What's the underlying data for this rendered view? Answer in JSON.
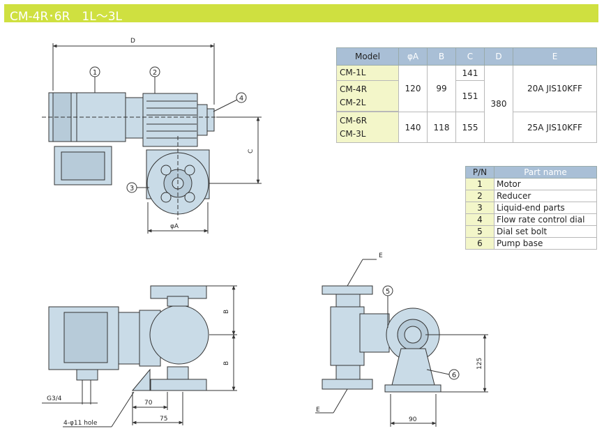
{
  "title": "CM-4R･6R　1L～3L",
  "dimension_table": {
    "headers": [
      "Model",
      "φA",
      "B",
      "C",
      "D",
      "E"
    ],
    "rows": [
      {
        "models": [
          "CM-1L",
          "CM-4R",
          "CM-2L"
        ],
        "A": "120",
        "B": "99",
        "C": [
          "141",
          "151"
        ],
        "D": "380",
        "E": "20A JIS10KFF"
      },
      {
        "models": [
          "CM-6R",
          "CM-3L"
        ],
        "A": "140",
        "B": "118",
        "C": [
          "155"
        ],
        "E": "25A JIS10KFF"
      }
    ]
  },
  "parts_table": {
    "headers": [
      "P/N",
      "Part name"
    ],
    "rows": [
      {
        "pn": "1",
        "name": "Motor"
      },
      {
        "pn": "2",
        "name": "Reducer"
      },
      {
        "pn": "3",
        "name": "Liquid-end parts"
      },
      {
        "pn": "4",
        "name": "Flow rate control dial"
      },
      {
        "pn": "5",
        "name": "Dial set bolt"
      },
      {
        "pn": "6",
        "name": "Pump base"
      }
    ]
  },
  "drawing_labels": {
    "D": "D",
    "C": "C",
    "phiA": "φA",
    "B_upper": "B",
    "B_lower": "B",
    "E_top": "E",
    "E_bottom": "E",
    "G34": "G3/4",
    "hole": "4-φ11 hole",
    "dim70": "70",
    "dim75": "75",
    "dim90": "90",
    "dim125": "125",
    "c1": "1",
    "c2": "2",
    "c3": "3",
    "c4": "4",
    "c5": "5",
    "c6": "6"
  },
  "colors": {
    "accent": "#cfe040",
    "header": "#a9bfd6",
    "machine": "#c9dbe7",
    "model_cell": "#f3f6c9"
  }
}
